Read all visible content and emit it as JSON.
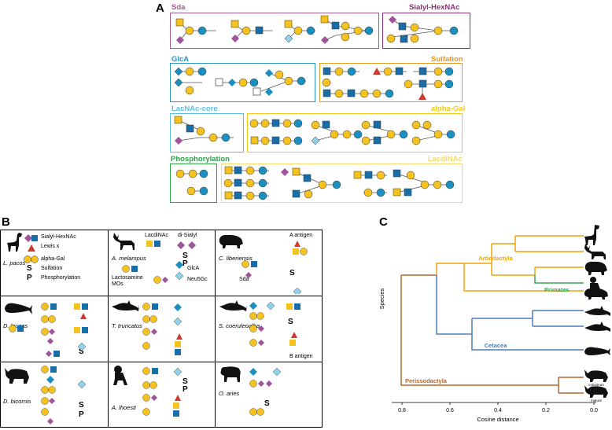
{
  "panels": {
    "a": "A",
    "b": "B",
    "c": "C"
  },
  "colors": {
    "sda": "#a05a92",
    "sialyl": "#8c2f7a",
    "glca": "#2a96c4",
    "sulfation": "#e8981e",
    "lacnac_core": "#5bbfe5",
    "alpha_gal": "#f3c91e",
    "phospho": "#2e9e48",
    "lacdinac": "#f6d86a",
    "artiodactyla": "#f0a30a",
    "primates": "#33a852",
    "cetacea": "#4a7db8",
    "perissodactyla": "#b5652d",
    "galactose": "#f6c220",
    "glucose": "#1a8fc0",
    "glcnac": "#1a6ea8",
    "sialic": "#a0559a",
    "fucose": "#d0392e"
  },
  "panelA": {
    "groups": [
      {
        "key": "sda",
        "label": "Sda"
      },
      {
        "key": "sialyl",
        "label": "Sialyl-HexNAc"
      },
      {
        "key": "glca",
        "label": "GlcA"
      },
      {
        "key": "sulfation",
        "label": "Sulfation"
      },
      {
        "key": "lacnac_core",
        "label": "LacNAc-core"
      },
      {
        "key": "alpha_gal",
        "label": "alpha-Gal"
      },
      {
        "key": "phospho",
        "label": "Phosphorylation"
      },
      {
        "key": "lacdinac",
        "label": "LacdiNAc"
      }
    ]
  },
  "panelB": {
    "species": [
      "L. pacos",
      "A. melampus",
      "C. liberiensis",
      "D. leucas",
      "T. truncatus",
      "S. coeruleoalba",
      "D. bicornis",
      "A. lhoesti",
      "O. aries"
    ],
    "legend1": [
      "Sialyl-HexNAc",
      "Lewis x",
      "alpha-Gal",
      "Sulfation",
      "Phosphorylation"
    ],
    "legend1_letters": [
      "S",
      "P"
    ],
    "legend2": [
      "LacdiNAc",
      "di-Sialyl",
      "Lactosamine MOs",
      "GlcA",
      "Neu5Gc"
    ],
    "legend3": [
      "A antigen",
      "Sda",
      "B antigen"
    ],
    "letters": {
      "s": "S",
      "p": "P"
    }
  },
  "panelC": {
    "xlabel": "Cosine distance",
    "ylabel": "Species",
    "ticks": [
      "0.8",
      "0.6",
      "0.4",
      "0.2",
      "0.0"
    ],
    "clades": [
      "Artiodactyla",
      "Primates",
      "Cetacea",
      "Perissodactyla"
    ],
    "leaf_notes": [
      "colostrum",
      "mature"
    ]
  }
}
